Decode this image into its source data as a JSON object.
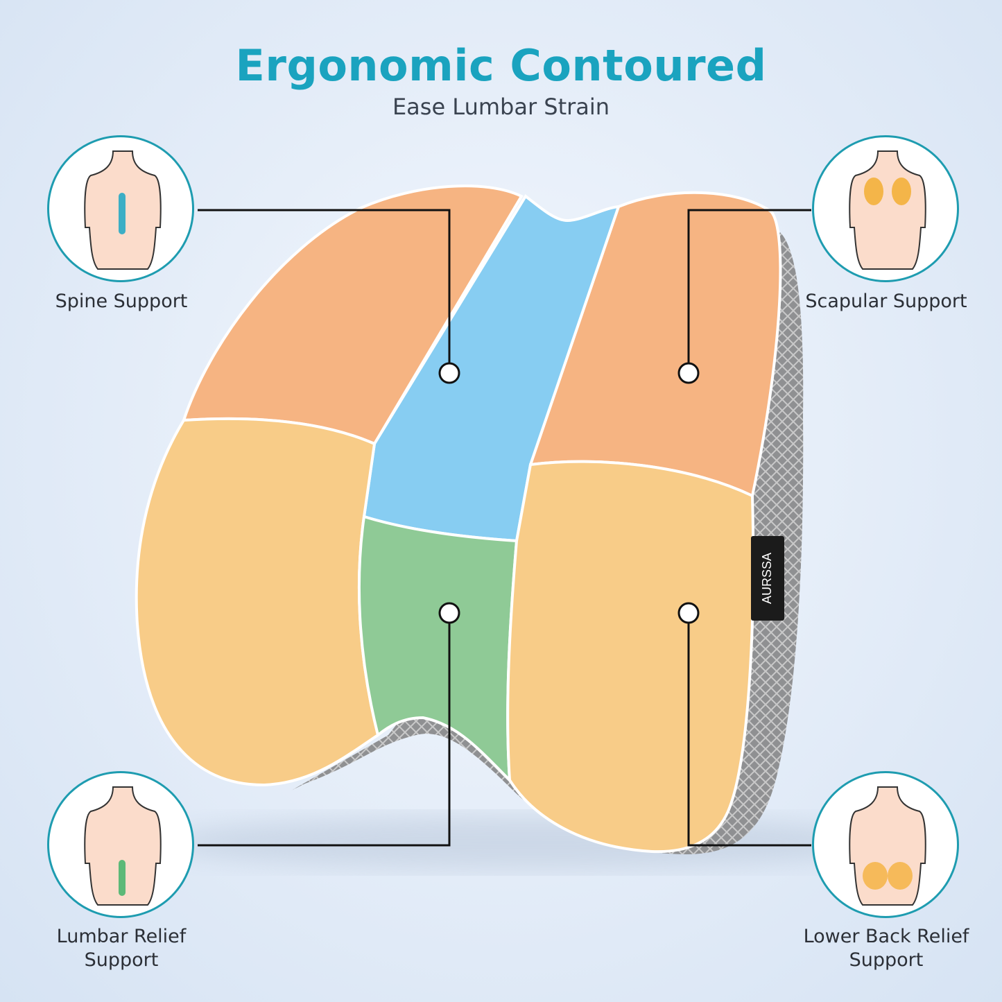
{
  "header": {
    "title": "Ergonomic Contoured",
    "subtitle": "Ease Lumbar Strain"
  },
  "features": [
    {
      "label": "Spine Support",
      "highlight_color": "#1aa6c4"
    },
    {
      "label": "Scapular Support",
      "highlight_color": "#f2a81d"
    },
    {
      "label": "Lumbar Relief Support",
      "highlight_color": "#3fb36a"
    },
    {
      "label": "Lower Back Relief Support",
      "highlight_color": "#f2a81d"
    }
  ],
  "product": {
    "brand_tag": "AURSSA",
    "colors": {
      "upper_zone": "#f6b482",
      "lower_zone": "#f8cc88",
      "spine_zone": "#87cdf2",
      "lumbar_zone": "#8fca96",
      "mesh_side": "#9a9a9a"
    }
  },
  "colors": {
    "accent": "#1aa3bf",
    "skin": "#fbdccb"
  }
}
